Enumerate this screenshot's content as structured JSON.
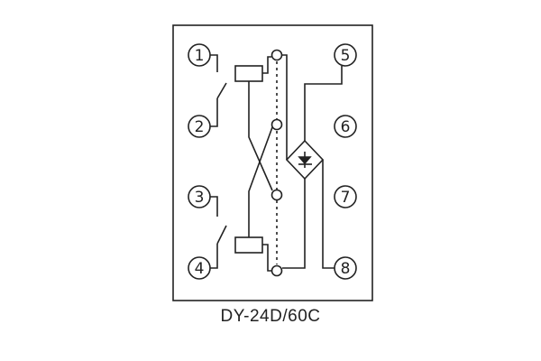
{
  "title": "DY-24D/60C",
  "terminals": [
    {
      "id": 1,
      "label": "1"
    },
    {
      "id": 2,
      "label": "2"
    },
    {
      "id": 3,
      "label": "3"
    },
    {
      "id": 4,
      "label": "4"
    },
    {
      "id": 5,
      "label": "5"
    },
    {
      "id": 6,
      "label": "6"
    },
    {
      "id": 7,
      "label": "7"
    },
    {
      "id": 8,
      "label": "8"
    }
  ],
  "colors": {
    "line": "#222222"
  }
}
